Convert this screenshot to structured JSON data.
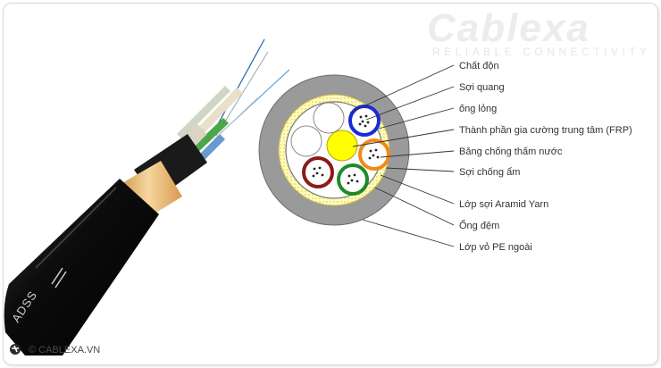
{
  "brand": {
    "name": "Cablexa",
    "tagline": "RELIABLE CONNECTIVITY"
  },
  "cable": {
    "print": "ADSS"
  },
  "footer": {
    "copyright": "© CABLEXA.VN"
  },
  "labels": [
    "Chất độn",
    "Sợi quang",
    "ống lỏng",
    "Thành phần gia cường trung tâm (FRP)",
    "Băng chống thấm nước",
    "Sợi chống ẩm",
    "Lớp sợi Aramid Yarn",
    "Ống đệm",
    "Lớp vỏ PE  ngoài"
  ],
  "colors": {
    "jacket": "#111111",
    "aramid": "#e9b978",
    "outer_sheath": "#9a9a9a",
    "aramid_layer": "#fff7a8",
    "frp": "#ffff00",
    "tube_blue": "#1a2ad6",
    "tube_orange": "#f08a1c",
    "tube_green": "#1f8a2a",
    "tube_red": "#8b1a1a"
  }
}
